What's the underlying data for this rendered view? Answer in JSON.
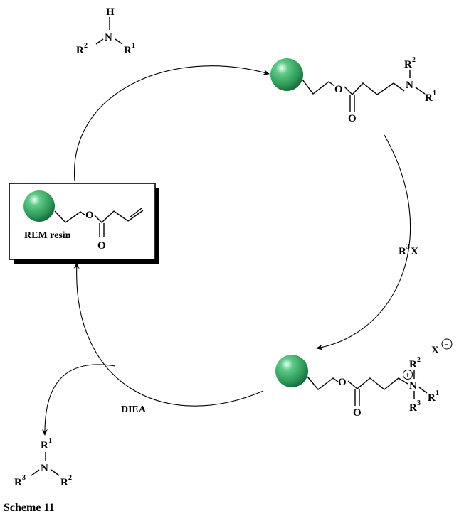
{
  "figure": {
    "caption": "Scheme 11",
    "bead_color": "#2e9a57",
    "amine_reagent": {
      "h": "H",
      "n": "N",
      "r1": "R",
      "r1_sup": "1",
      "r2": "R",
      "r2_sup": "2"
    },
    "intermediate_1": {
      "o_ester": "O",
      "o_carbonyl": "O",
      "n": "N",
      "r1": "R",
      "r1_sup": "1",
      "r2": "R",
      "r2_sup": "2"
    },
    "reagent_alkylation": {
      "r": "R",
      "sup": "3",
      "x": "X"
    },
    "intermediate_2": {
      "o_ester": "O",
      "o_carbonyl": "O",
      "n": "N",
      "charge": "+",
      "r1": "R",
      "r1_sup": "1",
      "r2": "R",
      "r2_sup": "2",
      "r3": "R",
      "r3_sup": "3",
      "anion": "X",
      "anion_charge": "−"
    },
    "reagent_base": "DIEA",
    "product": {
      "n": "N",
      "r1": "R",
      "r1_sup": "1",
      "r2": "R",
      "r2_sup": "2",
      "r3": "R",
      "r3_sup": "3"
    },
    "resin": {
      "label": "REM resin",
      "o_ester": "O",
      "o_carbonyl": "O"
    }
  }
}
